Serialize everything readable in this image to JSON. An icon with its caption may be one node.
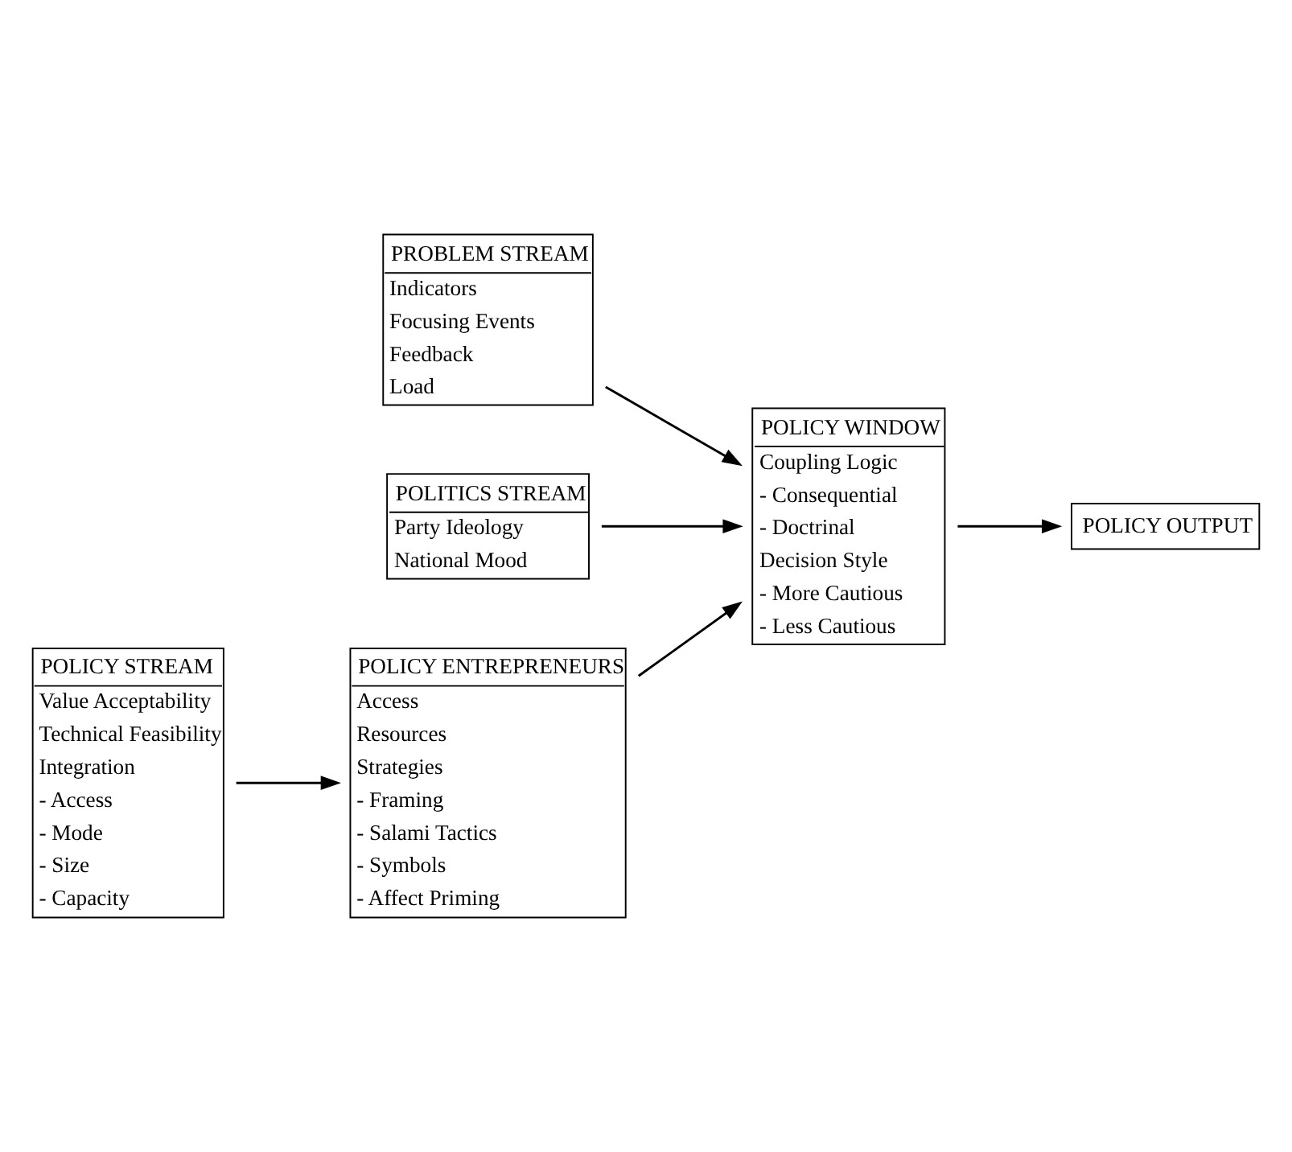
{
  "diagram": {
    "nodes": [
      {
        "text": [
          "PROBLEM STREAM",
          "Indicators",
          "Focusing Events",
          "Feedback",
          "Load"
        ]
      },
      {
        "text": [
          "POLICY WINDOW",
          "Coupling Logic",
          "- Consequential",
          "- Doctrinal",
          "Decision Style",
          "- More Cautious",
          "- Less Cautious"
        ]
      },
      {
        "text": [
          "POLICY OUTPUT"
        ]
      },
      {
        "text": [
          "POLITICS STREAM",
          "Party Ideology",
          "National Mood"
        ]
      },
      {
        "text": [
          "POLICY ENTREPRENEURS",
          "Access",
          "Resources",
          "Strategies",
          "- Framing",
          "- Salami Tactics",
          "- Symbols",
          "- Affect Priming"
        ]
      },
      {
        "text": [
          "POLICY STREAM",
          "Value Acceptability",
          "Technical Feasibility",
          "Integration",
          "- Access",
          "- Mode",
          "- Size",
          "- Capacity"
        ]
      }
    ],
    "edges": [
      {
        "from": 0,
        "to": 1,
        "arrow": "to"
      },
      {
        "from": 3,
        "to": 1,
        "arrow": "to"
      },
      {
        "from": 5,
        "to": 4,
        "arrow": "to"
      },
      {
        "from": 4,
        "to": 1,
        "arrow": "to"
      },
      {
        "from": 1,
        "to": 2,
        "arrow": "to"
      }
    ]
  }
}
